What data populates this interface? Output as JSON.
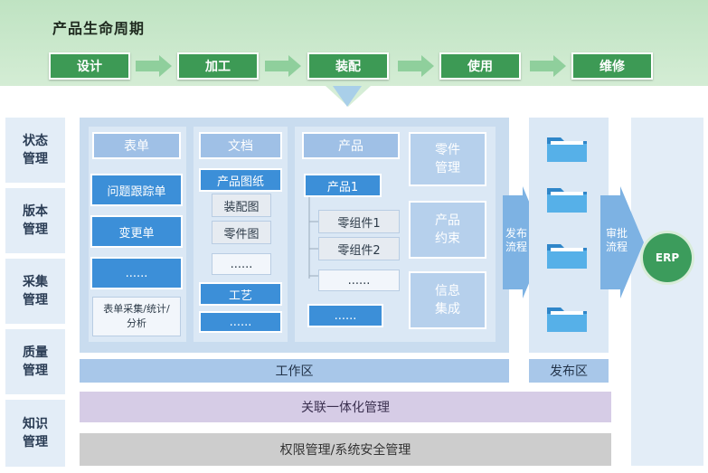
{
  "lifecycle": {
    "title": "产品生命周期",
    "stages": [
      "设计",
      "加工",
      "装配",
      "使用",
      "维修"
    ]
  },
  "management": [
    "状态\n管理",
    "版本\n管理",
    "采集\n管理",
    "质量\n管理",
    "知识\n管理"
  ],
  "work": {
    "forms": {
      "header": "表单",
      "items": [
        "问题跟踪单",
        "变更单",
        "......"
      ],
      "bottom": "表单采集/统计/分析"
    },
    "documents": {
      "header": "文档",
      "items": [
        "产品图纸",
        "装配图",
        "零件图",
        "......",
        "工艺",
        "......"
      ]
    },
    "products": {
      "header": "产品",
      "product1": "产品1",
      "sub": [
        "零组件1",
        "零组件2",
        "......"
      ],
      "bottom": "......"
    },
    "side": [
      "零件\n管理",
      "产品\n约束",
      "信息\n集成"
    ],
    "band_label": "工作区"
  },
  "publish_flow": "发布\n流程",
  "approve_flow": "审批\n流程",
  "publish_area": "发布区",
  "association": "关联一体化管理",
  "permission": "权限管理/系统安全管理",
  "erp": "ERP",
  "colors": {
    "green": "#3d9a55",
    "light_green_band": "#c8e6c9",
    "blue": "#3c8fd8",
    "light_blue": "#a8c7e9",
    "lavender": "#d6cce6",
    "grey": "#cdcdcd"
  }
}
